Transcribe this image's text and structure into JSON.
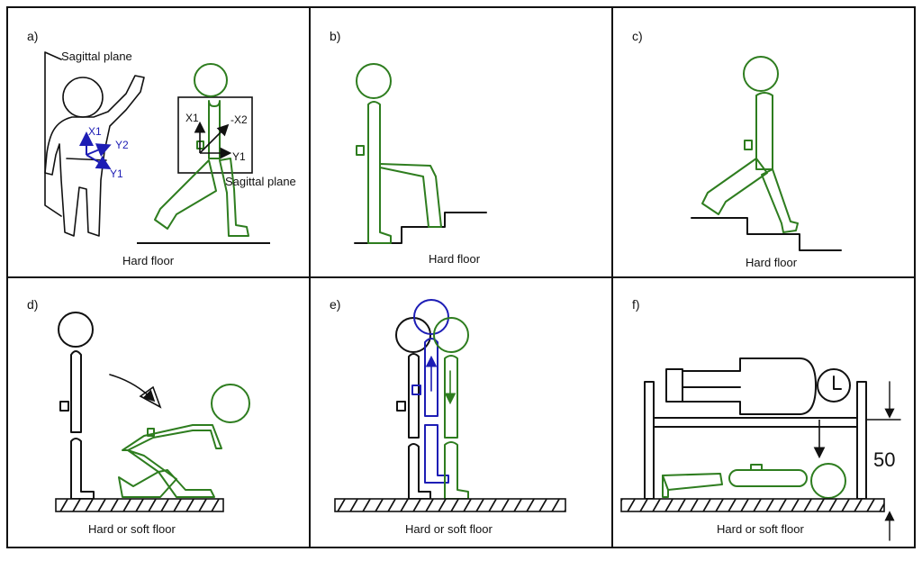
{
  "colors": {
    "black": "#111111",
    "green": "#2e7d1f",
    "blue": "#1d1db5"
  },
  "panels": {
    "a": {
      "letter": "a)",
      "floor": "Hard floor",
      "sagittal_top": "Sagittal plane",
      "sagittal_right": "Sagittal plane",
      "axes_left": {
        "x1": "X1",
        "y2": "Y2",
        "y1": "Y1"
      },
      "axes_right": {
        "x1": "X1",
        "x2": "-X2",
        "y1": "Y1"
      }
    },
    "b": {
      "letter": "b)",
      "floor": "Hard floor"
    },
    "c": {
      "letter": "c)",
      "floor": "Hard floor"
    },
    "d": {
      "letter": "d)",
      "floor": "Hard or soft floor"
    },
    "e": {
      "letter": "e)",
      "floor": "Hard or soft floor"
    },
    "f": {
      "letter": "f)",
      "floor": "Hard or soft floor",
      "dimension": "50"
    }
  }
}
